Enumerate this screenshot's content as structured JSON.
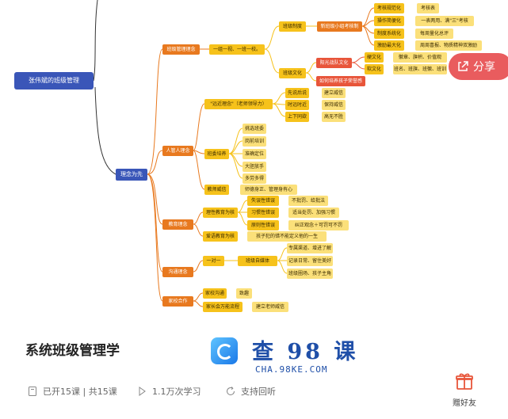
{
  "mindmap": {
    "root": "张伟斌的班级管理",
    "l1": "理念为先",
    "nodes": {
      "mgmt": "班级管理理念",
      "group_view": "一组一视、一班一校。",
      "system": "班级制度",
      "committee": "新班级小组考核制",
      "culture": "班级文化",
      "sun_culture": "阳光战队文化",
      "growth": "如何培养孩子荣誉感",
      "quantify": "考核规范化",
      "score_table": "考核表",
      "operate": "操作简便化",
      "week_rule": "一表两用、满\"三\"考核",
      "system_sys": "制度系统化",
      "rank": "每周量化总评",
      "encourage": "激励最大化",
      "grand_award": "周周喜报、物质精神双激励",
      "hard": "硬文化",
      "hard_detail": "徽章、旗帜、价值观",
      "soft": "软文化",
      "soft_detail": "班名、班旗、班徽、班训",
      "educate": "人管人理念",
      "near": "\"远近理念\"（老师领导力）",
      "promise": "先说后说",
      "build": "建立威信",
      "timely": "时远时近",
      "keep": "保持威信",
      "updown": "上下同欲",
      "high": "高无不胜",
      "cadre": "班委培养",
      "select": "挑选班委",
      "train": "岗前培训",
      "position": "准确定位",
      "dare": "大胆放手",
      "praise": "多劳多得",
      "teacher_voice": "教师威信",
      "teacher_detail": "师德身正、管理身有心",
      "edu": "教育理念",
      "thinking": "理性教育为核",
      "lose": "失误性错误",
      "point": "不批罚、给批法",
      "habit": "习惯性错误",
      "remind": "适当处罚、加强习惯",
      "guide": "原则性错误",
      "correct": "纠正观念＋可罚可不罚",
      "love": "爱语教育为核",
      "slow": "孩子犯的错不能定义他的一生",
      "interact": "沟通理念",
      "one_to_one": "一对一",
      "class_media": "班级自媒体",
      "channel": "专属渠道、增进了解",
      "record": "记录日常、留住美好",
      "pkg": "班级圈场、孩子主角",
      "home": "家校合作",
      "home_group": "家校沟通",
      "together": "致趣",
      "parents": "家长会万能流程",
      "build_trust": "建立老师威信"
    }
  },
  "share_label": "分享",
  "course": {
    "title": "系统班级管理学",
    "lessons": "已开15课 | 共15课",
    "views": "1.1万次学习",
    "replay": "支持回听"
  },
  "watermark": {
    "name": "查 98 课",
    "domain": "CHA.98KE.COM"
  },
  "gift_label": "赠好友",
  "colors": {
    "root": "#3a56b8",
    "orange": "#e8791f",
    "yellow": "#f6c21b",
    "light_yellow": "#fbe07a",
    "red": "#e8553a",
    "share": "#e95c5e"
  }
}
